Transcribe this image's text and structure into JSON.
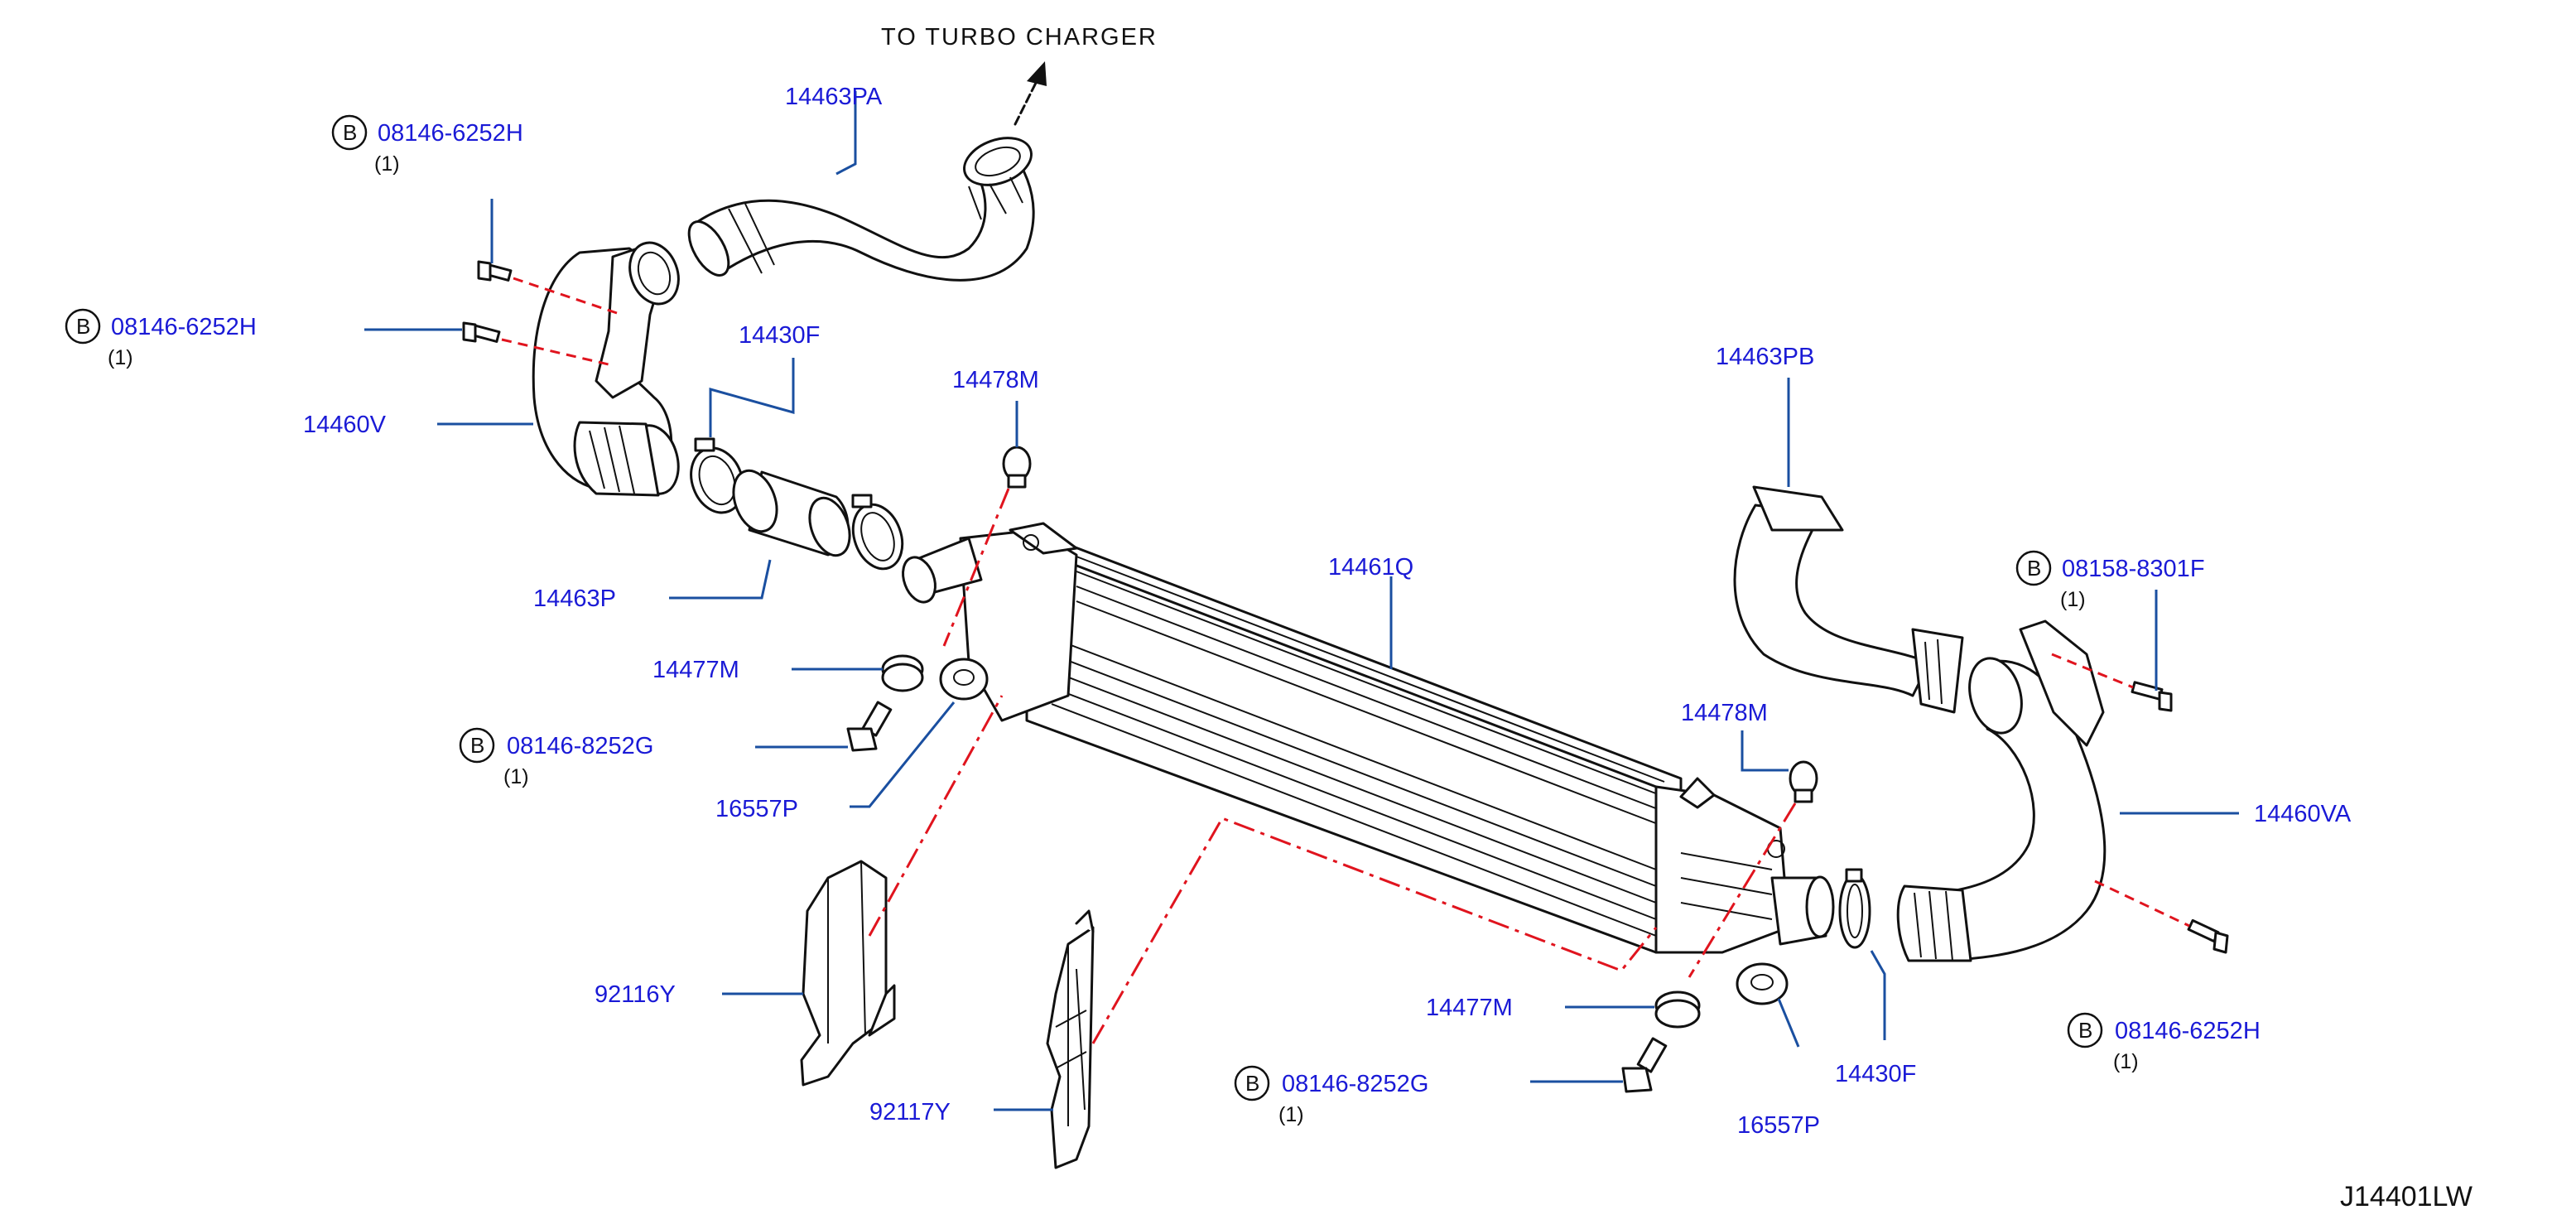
{
  "header": {
    "direction_label": "TO  TURBO  CHARGER"
  },
  "footer": {
    "diagram_code": "J14401LW"
  },
  "bolt_marker": "B",
  "labels": {
    "p14463PA": "14463PA",
    "p14460V": "14460V",
    "p14430F_top": "14430F",
    "p14478M_left": "14478M",
    "p14463P": "14463P",
    "p14477M_left": "14477M",
    "p16557P_left": "16557P",
    "p92116Y": "92116Y",
    "p92117Y": "92117Y",
    "p14461Q": "14461Q",
    "p14463PB": "14463PB",
    "p14478M_right": "14478M",
    "p14460VA": "14460VA",
    "p14477M_right": "14477M",
    "p14430F_bottom": "14430F",
    "p16557P_right": "16557P"
  },
  "bolts": {
    "b1": {
      "code": "08146-6252H",
      "qty": "(1)"
    },
    "b2": {
      "code": "08146-6252H",
      "qty": "(1)"
    },
    "b3": {
      "code": "08146-8252G",
      "qty": "(1)"
    },
    "b4": {
      "code": "08158-8301F",
      "qty": "(1)"
    },
    "b5": {
      "code": "08146-6252H",
      "qty": "(1)"
    },
    "b6": {
      "code": "08146-8252G",
      "qty": "(1)"
    }
  }
}
